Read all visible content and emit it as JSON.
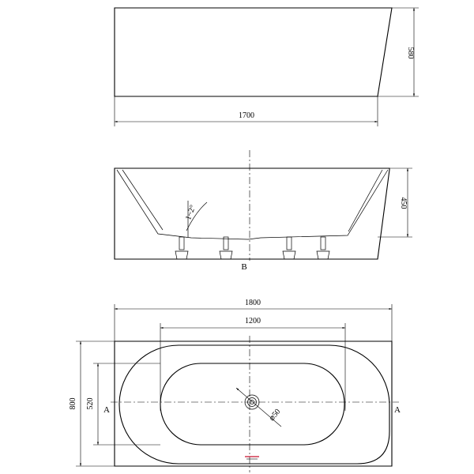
{
  "top_view": {
    "length_label": "1700",
    "width_label": "580"
  },
  "side_view": {
    "height_label": "450",
    "angle_label": "1~2°",
    "section_label": "B"
  },
  "plan_view": {
    "overall_length_label": "1800",
    "inner_length_label": "1200",
    "overall_width_label": "800",
    "inner_width_label": "520",
    "drain_label": "⌀50",
    "section_left_label": "A",
    "section_right_label": "A"
  },
  "colors": {
    "line": "#000000",
    "drain_marker": "#c8102e"
  }
}
